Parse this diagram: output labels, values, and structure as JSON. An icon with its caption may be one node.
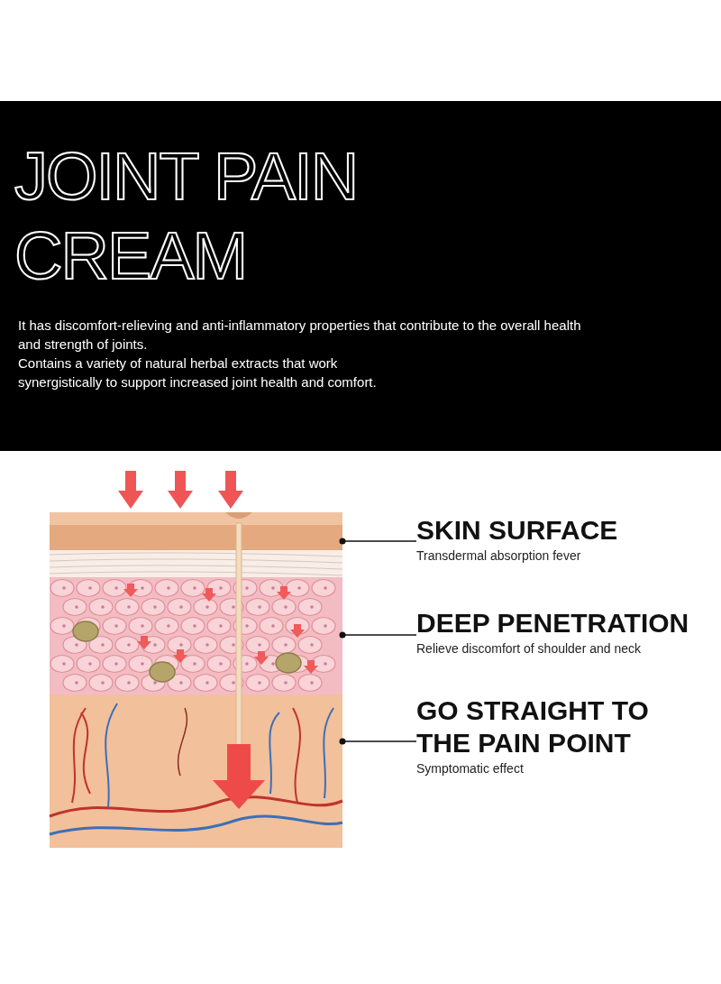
{
  "diagram": {
    "title": "JOINT PAIN CREAM",
    "nodes": [
      {
        "text": [
          "SKIN SURFACE",
          "Transdermal absorption fever"
        ]
      },
      {
        "text": [],
        "shape": "picture"
      },
      {
        "text": [
          "DEEP PENETRATION",
          "Relieve discomfort of shoulder and neck"
        ]
      },
      {
        "text": [],
        "shape": "picture"
      },
      {
        "text": [
          "GO STRAIGHT TO THE PAIN POINT",
          "Symptomatic effect"
        ]
      },
      {
        "text": [],
        "shape": "picture"
      }
    ],
    "edges": [
      {
        "from": 0,
        "to": 1,
        "arrow": "other"
      },
      {
        "from": 2,
        "to": 3,
        "arrow": "other"
      },
      {
        "from": 4,
        "to": 5,
        "arrow": "other"
      }
    ],
    "labels": [
      "It has discomfort-relieving and anti-inflammatory properties that contribute to the overall health and strength of joints.",
      "Contains a variety of natural herbal extracts that work synergistically to support increased joint health and comfort."
    ]
  }
}
